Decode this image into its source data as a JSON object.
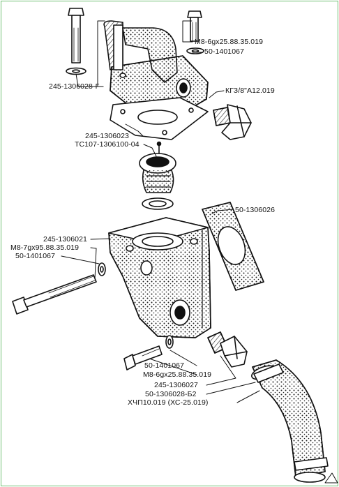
{
  "labels": {
    "bolt_top_right": "М8-6gх25.88.35.019",
    "washer_top_right": "50-1401067",
    "cover_part": "245-1306028-Г",
    "plug": "КГЗ/8\"А12.019",
    "gasket_top": "245-1306023",
    "thermostat": "ТС107-1306100-04",
    "gasket_side": "50-1306026",
    "housing": "245-1306021",
    "bolt_long": "М8-7gх95.88.35.019",
    "washer_long": "50-1401067",
    "washer_bottom": "50-1401067",
    "bolt_bottom": "М8-6gх25.88.35.019",
    "fitting": "245-1306027",
    "hose": "50-1306028-Б2",
    "clamp": "ХЧП10.019 (ХС-25.019)"
  },
  "colors": {
    "ink": "#111111",
    "border": "#6fbf73"
  }
}
